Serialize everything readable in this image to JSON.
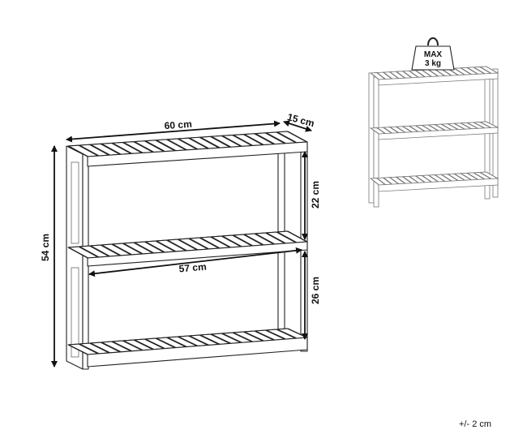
{
  "dimensions": {
    "width": "60 cm",
    "depth": "15 cm",
    "height": "54 cm",
    "upper_gap": "22 cm",
    "lower_gap": "26 cm",
    "inner_width": "57 cm"
  },
  "weight_badge": {
    "line1": "MAX",
    "line2": "3 kg"
  },
  "tolerance": "+/- 2 cm",
  "colors": {
    "lines": "#222222",
    "background": "#ffffff"
  }
}
